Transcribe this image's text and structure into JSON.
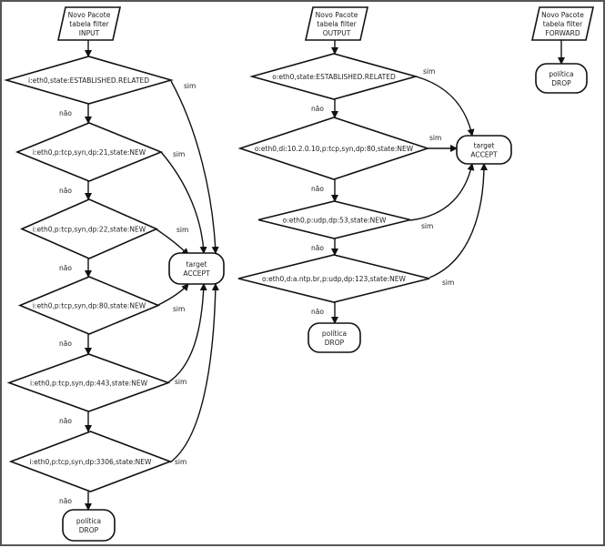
{
  "input": {
    "start": [
      "Novo Pacote",
      "tabela filter",
      "INPUT"
    ],
    "conditions": [
      "i:eth0,state:ESTABLISHED.RELATED",
      "i:eth0,p:tcp,syn,dp:21,state:NEW",
      "i:eth0,p:tcp,syn,dp:22,state:NEW",
      "i:eth0,p:tcp,syn,dp:80,state:NEW",
      "i:eth0,p:tcp,syn,dp:443,state:NEW",
      "i:eth0,p:tcp,syn,dp:3306,state:NEW"
    ],
    "accept": [
      "target",
      "ACCEPT"
    ],
    "drop": [
      "política",
      "DROP"
    ]
  },
  "output": {
    "start": [
      "Novo Pacote",
      "tabela filter",
      "OUTPUT"
    ],
    "conditions": [
      "o:eth0,state:ESTABLISHED.RELATED",
      "o:eth0,di:10.2.0.10,p:tcp,syn,dp:80,state:NEW",
      "o:eth0,p:udp,dp:53,state:NEW",
      "o:eth0,d:a.ntp.br,p:udp,dp:123,state:NEW"
    ],
    "accept": [
      "target",
      "ACCEPT"
    ],
    "drop": [
      "política",
      "DROP"
    ]
  },
  "forward": {
    "start": [
      "Novo Pacote",
      "tabela filter",
      "FORWARD"
    ],
    "drop": [
      "política",
      "DROP"
    ]
  },
  "labels": {
    "yes": "sim",
    "no": "não"
  }
}
